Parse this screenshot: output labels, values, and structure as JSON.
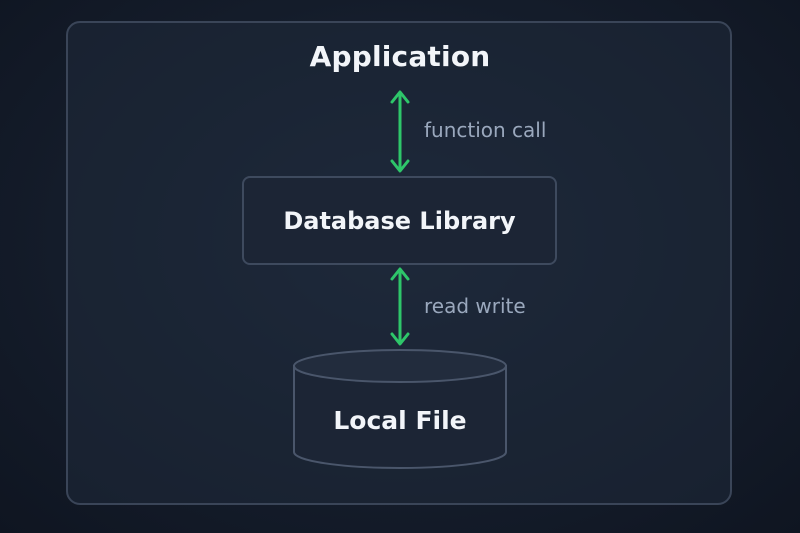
{
  "diagram": {
    "title": "Application",
    "library_label": "Database Library",
    "file_label": "Local File",
    "edges": {
      "top_label": "function call",
      "bottom_label": "read write"
    },
    "colors": {
      "background": "#141c2a",
      "frame_border": "#3a4558",
      "arrow": "#2ec66a",
      "text_primary": "#f2f5f9",
      "text_secondary": "#9aa8bd"
    }
  }
}
